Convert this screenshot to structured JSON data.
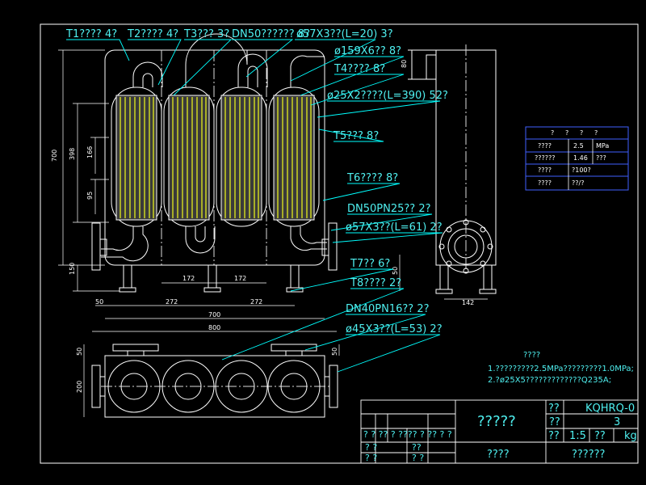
{
  "colors": {
    "background": "#000000",
    "line": "#ffffff",
    "leader": "#00ffff",
    "text": "#4ff0f0",
    "tubes": "#d8e020",
    "spec_border": "#4060ff"
  },
  "callouts": {
    "t1": "T1???? 4?",
    "t2": "T2???? 4?",
    "t3": "T3??? 3?",
    "dn50": "DN50?????? 8?",
    "p57_20": "ø57X3??(L=20) 3?",
    "p159": "ø159X6?? 8?",
    "t4": "T4???? 8?",
    "p25": "ø25X2????(L=390) 52?",
    "t5": "T5??? 8?",
    "t6": "T6???? 8?",
    "dn50pn25": "DN50PN25?? 2?",
    "p57_61": "ø57X3??(L=61) 2?",
    "t7": "T7?? 6?",
    "t8": "T8???? 2?",
    "dn40": "DN40PN16?? 2?",
    "p45": "ø45X3??(L=53) 2?"
  },
  "dimensions": {
    "h700": "700",
    "h398": "398",
    "h166": "166",
    "h95": "95",
    "h150": "150",
    "w172a": "172",
    "w172b": "172",
    "w50": "50",
    "w272a": "272",
    "w272b": "272",
    "w700": "700",
    "w800": "800",
    "h50": "50",
    "side142": "142",
    "side80": "80",
    "plan200": "200",
    "plan50a": "50",
    "plan50b": "50"
  },
  "spec_table": {
    "header": [
      "?",
      "?",
      "?",
      "?"
    ],
    "rows": [
      [
        "????",
        "2.5",
        "MPa"
      ],
      [
        "??????",
        "1.46",
        "???"
      ],
      [
        "????",
        "?100?",
        ""
      ],
      [
        "????",
        "??/?",
        ""
      ]
    ]
  },
  "notes": {
    "title": "????",
    "line1": "1.?????????2.5MPa?????????1.0MPa;",
    "line2": "2.?ø25X5?????????????Q235A;"
  },
  "title_block": {
    "name": "?????",
    "unit": "????",
    "company": "??????",
    "drawing_label": "??",
    "drawing_no": "KQHRQ-0",
    "scale_label": "??",
    "scale": "1:5",
    "weight_label": "??",
    "weight_unit": "kg",
    "r1": "??",
    "r2": "3",
    "left_row1": "? ? ?? ? ???? ? ?? ? ?",
    "left_row2a": "? ?",
    "left_row2b": "??",
    "left_row3a": "? ?",
    "left_row3b": "? ?"
  }
}
